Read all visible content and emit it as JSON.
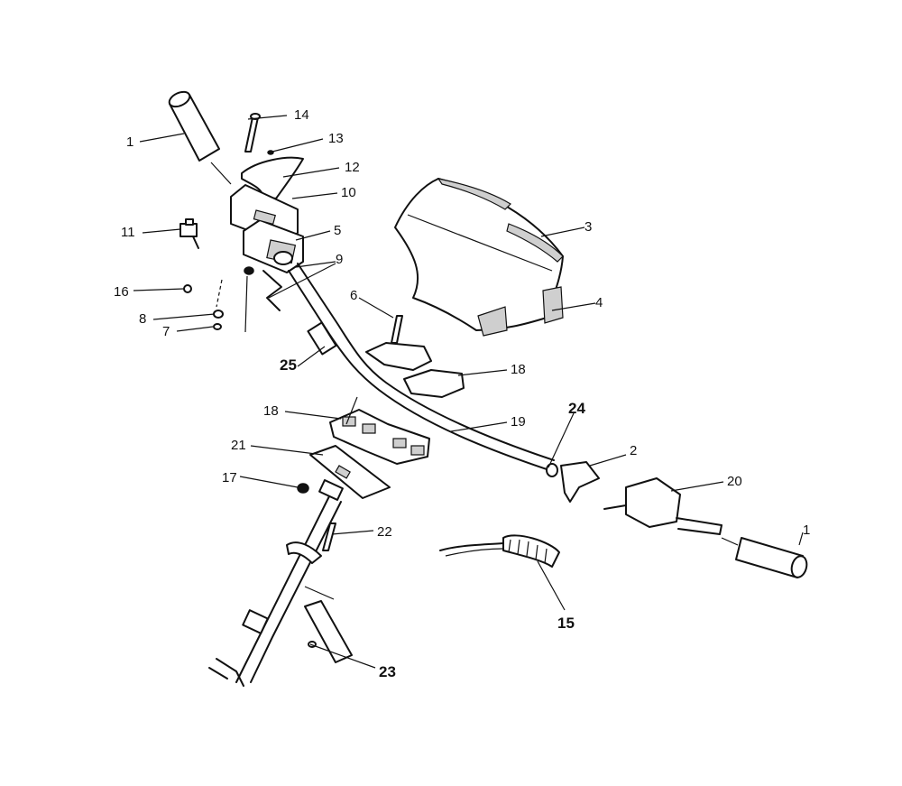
{
  "callouts": {
    "p1a": "1",
    "p1b": "1",
    "p2": "2",
    "p3": "3",
    "p4": "4",
    "p5": "5",
    "p6": "6",
    "p7": "7",
    "p8": "8",
    "p9": "9",
    "p10": "10",
    "p11": "11",
    "p12": "12",
    "p13": "13",
    "p14": "14",
    "p15": "15",
    "p16": "16",
    "p17": "17",
    "p18a": "18",
    "p18b": "18",
    "p19": "19",
    "p20": "20",
    "p21": "21",
    "p22": "22",
    "p23": "23",
    "p24": "24",
    "p25": "25"
  }
}
